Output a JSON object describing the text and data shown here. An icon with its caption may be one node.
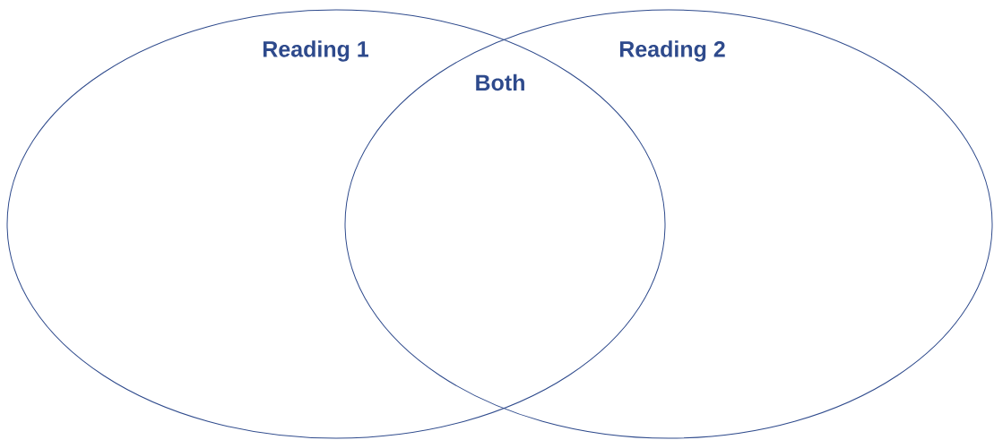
{
  "diagram": {
    "nodes": [
      {
        "text": [
          "Reading 1"
        ]
      },
      {
        "text": [
          "Reading 2"
        ]
      }
    ],
    "labels": [
      "Both"
    ]
  }
}
